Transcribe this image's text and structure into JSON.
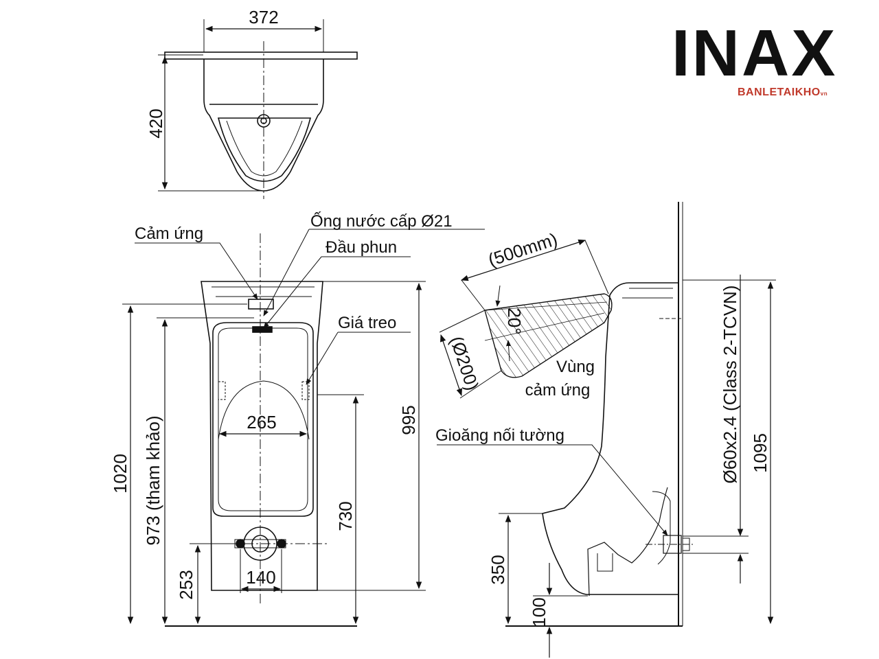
{
  "brand": {
    "logo": "INAX",
    "watermark": "BANLETAIKHO",
    "watermark_suffix": "vn"
  },
  "top_view": {
    "width": "372",
    "depth": "420"
  },
  "front_view": {
    "labels": {
      "sensor": "Cảm ứng",
      "supply_pipe": "Ống nước cấp Ø21",
      "spray_head": "Đầu phun",
      "hanger": "Giá treo"
    },
    "dims": {
      "bowl_width": "265",
      "total_height": "1020",
      "reference_height": "973 (tham khảo)",
      "height_995": "995",
      "hanger_height": "730",
      "outlet_height": "253",
      "outlet_spacing": "140"
    }
  },
  "side_view": {
    "labels": {
      "sensing_zone": [
        "Vùng",
        "cảm ứng"
      ],
      "wall_gasket": "Gioăng nối tường",
      "pipe_spec": "Ø60x2.4 (Class 2-TCVN)"
    },
    "dims": {
      "range": "(500mm)",
      "angle": "20°",
      "diameter": "(Ø200)",
      "height_1095": "1095",
      "height_350": "350",
      "height_100": "100"
    }
  }
}
